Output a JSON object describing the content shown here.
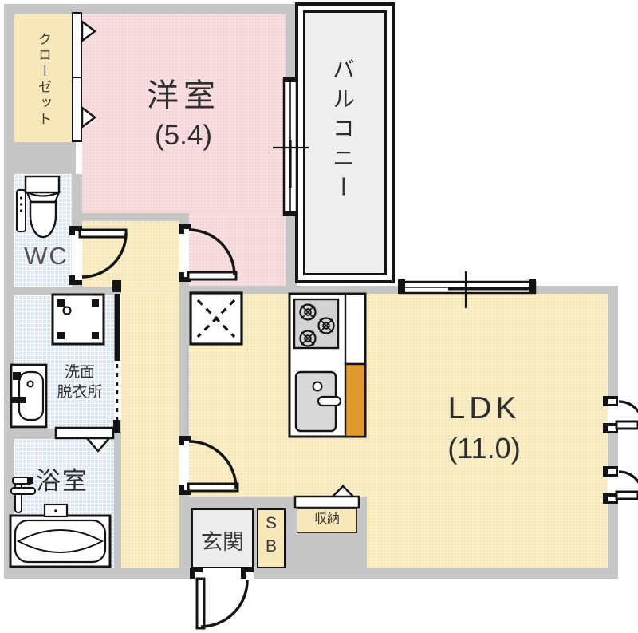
{
  "rooms": {
    "closet": {
      "label": "クローゼット"
    },
    "western_room": {
      "label": "洋室",
      "size": "(5.4)"
    },
    "balcony": {
      "label": "バルコニー"
    },
    "wc": {
      "label": "WC"
    },
    "washroom": {
      "label_line1": "洗面",
      "label_line2": "脱衣所"
    },
    "bathroom": {
      "label": "浴室"
    },
    "ldk": {
      "label": "LDK",
      "size": "(11.0)"
    },
    "entrance": {
      "label": "玄関"
    },
    "shoe_box": {
      "line1": "S",
      "line2": "B"
    },
    "storage": {
      "label": "収納"
    }
  },
  "icons": {
    "toilet": "toilet-icon",
    "washing_machine": "washing-machine-icon",
    "washbasin": "washbasin-icon",
    "bathtub": "bathtub-icon",
    "shower_faucet": "shower-faucet-icon",
    "gas_stove": "gas-stove-icon",
    "kitchen_sink": "kitchen-sink-icon",
    "floor_hatch": "floor-hatch-icon",
    "bath_shelf": "bath-shelf-icon"
  },
  "colors": {
    "wall_gray": "#c6c6c6",
    "room_pink": "#f9dee1",
    "room_yellow": "#f9eec6",
    "room_cream": "#f8e7b9",
    "room_blue": "#dde7f3",
    "balcony_floor": "#efefef",
    "entrance_floor": "#ededed",
    "counter_orange": "#e0992f",
    "line_black": "#141414",
    "label_dark": "#2e2e2e",
    "label_gray": "#555555"
  }
}
